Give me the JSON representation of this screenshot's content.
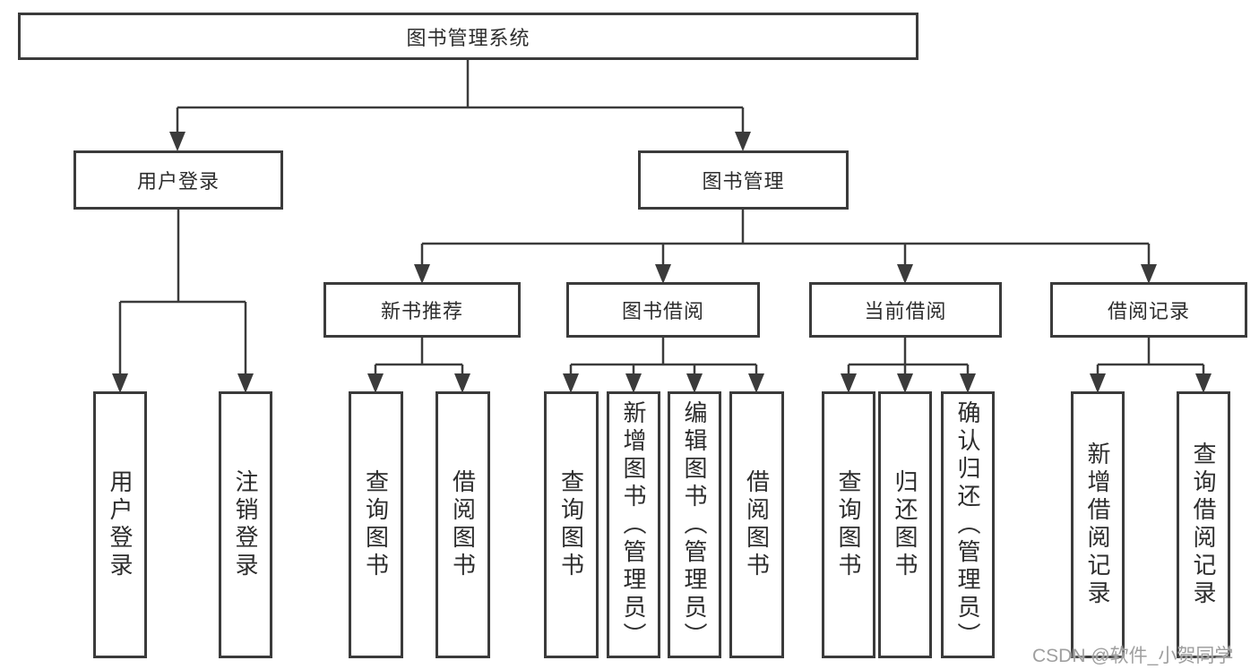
{
  "nodes": {
    "root": "图书管理系统",
    "user_login": "用户登录",
    "book_mgmt": "图书管理",
    "new_rec": "新书推荐",
    "borrow": "图书借阅",
    "current": "当前借阅",
    "records": "借阅记录",
    "leaf_user_login": "用户登录",
    "leaf_logout": "注销登录",
    "leaf_query1": "查询图书",
    "leaf_lend1": "借阅图书",
    "leaf_query2": "查询图书",
    "leaf_add_book": "新增图书（管理员）",
    "leaf_edit_book": "编辑图书（管理员）",
    "leaf_lend2": "借阅图书",
    "leaf_query3": "查询图书",
    "leaf_return": "归还图书",
    "leaf_confirm": "确认归还（管理员）",
    "leaf_add_rec": "新增借阅记录",
    "leaf_query_rec": "查询借阅记录"
  },
  "watermark": "CSDN @软件_小贺同学",
  "colors": {
    "line": "#3b3b3b",
    "text": "#2d2d2d",
    "watermark": "#9f9f9f"
  }
}
